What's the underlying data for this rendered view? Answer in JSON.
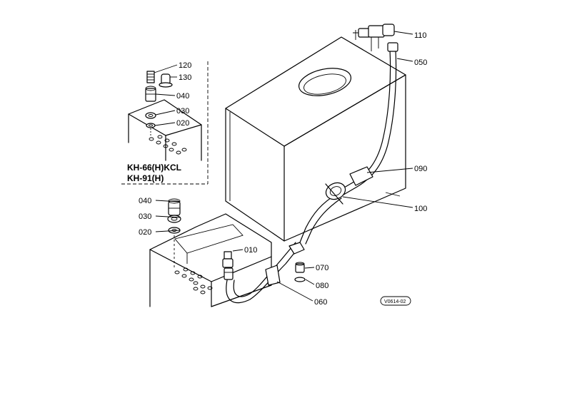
{
  "diagram": {
    "part_labels": [
      {
        "id": "p110",
        "text": "110"
      },
      {
        "id": "p050",
        "text": "050"
      },
      {
        "id": "p090",
        "text": "090"
      },
      {
        "id": "p100",
        "text": "100"
      },
      {
        "id": "p070",
        "text": "070"
      },
      {
        "id": "p080",
        "text": "080"
      },
      {
        "id": "p060",
        "text": "060"
      },
      {
        "id": "p010",
        "text": "010"
      },
      {
        "id": "p040",
        "text": "040"
      },
      {
        "id": "p030",
        "text": "030"
      },
      {
        "id": "p020",
        "text": "020"
      },
      {
        "id": "i120",
        "text": "120"
      },
      {
        "id": "i130",
        "text": "130"
      },
      {
        "id": "i040",
        "text": "040"
      },
      {
        "id": "i030",
        "text": "030"
      },
      {
        "id": "i020",
        "text": "020"
      }
    ],
    "inset_models": [
      "KH-66(H)KCL",
      "KH-91(H)"
    ],
    "drawing_code": "V0614-02"
  }
}
